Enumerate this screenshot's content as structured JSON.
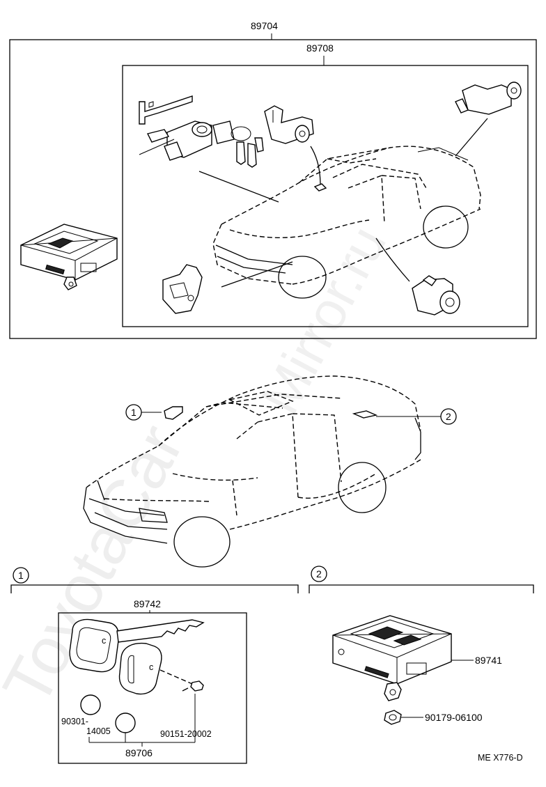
{
  "labels": {
    "assembly_main": "89704",
    "assembly_inner": "89708",
    "callout_1": "1",
    "callout_2": "2",
    "key_assembly": "89742",
    "key_set": "89706",
    "battery_left_a": "90301-",
    "battery_left_b": "14005",
    "screw": "90151-20002",
    "computer": "89741",
    "nut": "90179-06100",
    "diagram_code": "ME X776-D"
  },
  "watermark": {
    "line1": "ToyotaCar",
    "line2": "Mirror.ru"
  },
  "colors": {
    "ink": "#000000",
    "paper": "#ffffff",
    "watermark": "#cfcfcf"
  }
}
